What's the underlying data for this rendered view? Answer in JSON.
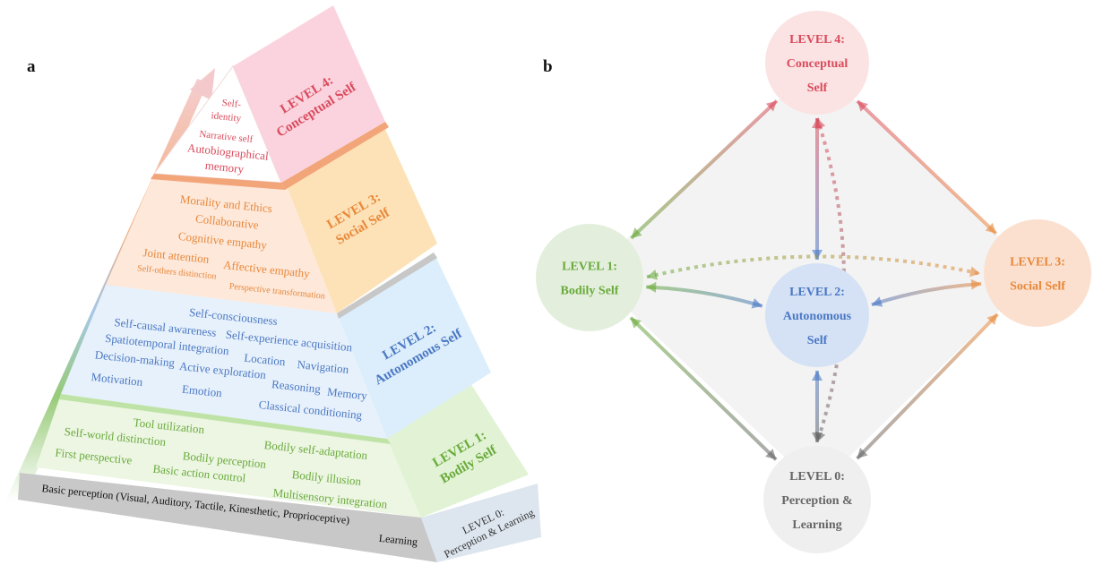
{
  "panel_a": {
    "label": "a",
    "level4": {
      "title_line1": "LEVEL 4:",
      "title_line2": "Conceptual Self",
      "items": [
        "Self-",
        "identity",
        "Narrative self",
        "Autobiographical",
        "memory"
      ],
      "color": "#d94b5c"
    },
    "level3": {
      "title_line1": "LEVEL 3:",
      "title_line2": "Social Self",
      "items": [
        "Morality and Ethics",
        "Collaborative",
        "Cognitive empathy",
        "Joint attention",
        "Affective empathy",
        "Self-others distinction",
        "Perspective transformation"
      ],
      "color": "#e8883a"
    },
    "level2": {
      "title_line1": "LEVEL 2:",
      "title_line2": "Autonomous Self",
      "items": [
        "Self-consciousness",
        "Self-causal awareness",
        "Self-experience acquisition",
        "Spatiotemporal integration",
        "Location",
        "Navigation",
        "Decision-making",
        "Active exploration",
        "Reasoning",
        "Memory",
        "Motivation",
        "Emotion",
        "Classical conditioning"
      ],
      "color": "#4a78c4"
    },
    "level1": {
      "title_line1": "LEVEL 1:",
      "title_line2": "Bodily Self",
      "items": [
        "Tool utilization",
        "Self-world distinction",
        "Bodily self-adaptation",
        "First perspective",
        "Bodily perception",
        "Basic action control",
        "Bodily illusion",
        "Multisensory integration"
      ],
      "color": "#6aaa3c"
    },
    "level0": {
      "title_line1": "LEVEL 0:",
      "title_line2": "Perception & Learning",
      "items": [
        "Basic perception (Visual, Auditory, Tactile, Kinesthetic, Proprioceptive)",
        "Learning"
      ],
      "color": "#333333"
    }
  },
  "panel_b": {
    "label": "b",
    "nodes": [
      {
        "id": "level4",
        "lines": [
          "LEVEL 4:",
          "Conceptual",
          "Self"
        ],
        "fill": "#fbe3e3",
        "text_color": "#d94b5c"
      },
      {
        "id": "level1",
        "lines": [
          "LEVEL 1:",
          "Bodily Self"
        ],
        "fill": "#e3efdc",
        "text_color": "#6aaa3c"
      },
      {
        "id": "level2",
        "lines": [
          "LEVEL 2:",
          "Autonomous",
          "Self"
        ],
        "fill": "#d5e2f5",
        "text_color": "#4a78c4"
      },
      {
        "id": "level3",
        "lines": [
          "LEVEL 3:",
          "Social Self"
        ],
        "fill": "#fbe0cf",
        "text_color": "#e8883a"
      },
      {
        "id": "level0",
        "lines": [
          "LEVEL 0:",
          "Perception &",
          "Learning"
        ],
        "fill": "#efefef",
        "text_color": "#666666"
      }
    ],
    "edges": [
      {
        "from": "level1",
        "to": "level4",
        "style": "solid"
      },
      {
        "from": "level4",
        "to": "level3",
        "style": "solid"
      },
      {
        "from": "level4",
        "to": "level2",
        "style": "solid"
      },
      {
        "from": "level1",
        "to": "level3",
        "style": "dotted"
      },
      {
        "from": "level4",
        "to": "level0",
        "style": "dotted"
      },
      {
        "from": "level1",
        "to": "level2",
        "style": "solid"
      },
      {
        "from": "level3",
        "to": "level2",
        "style": "solid"
      },
      {
        "from": "level2",
        "to": "level0",
        "style": "solid"
      },
      {
        "from": "level1",
        "to": "level0",
        "style": "solid"
      },
      {
        "from": "level3",
        "to": "level0",
        "style": "solid"
      }
    ]
  }
}
